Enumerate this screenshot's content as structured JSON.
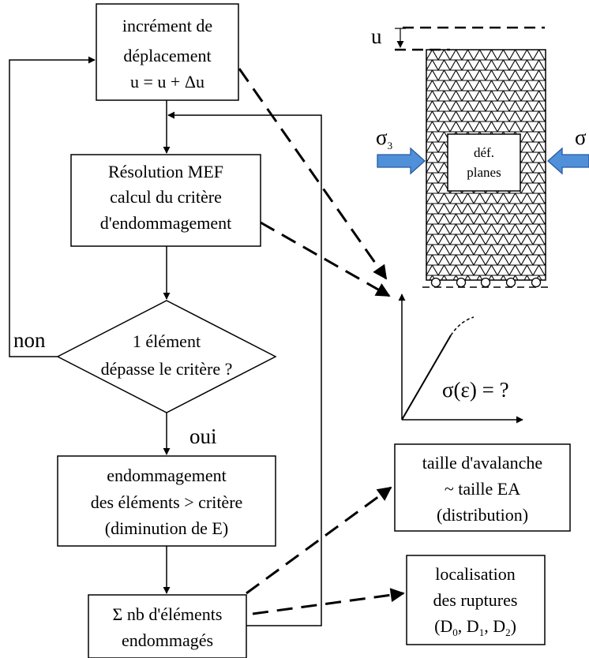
{
  "flowchart": {
    "box_increment": [
      "incrément de",
      "déplacement",
      "u = u + Δu"
    ],
    "box_resolution": [
      "Résolution  MEF",
      "calcul du critère",
      "d'endommagement"
    ],
    "decision": [
      "1 élément",
      "dépasse le critère ?"
    ],
    "label_no": "non",
    "label_yes": "oui",
    "box_damage": [
      "endommagement",
      "des éléments > critère",
      "(diminution de E)"
    ],
    "box_count": [
      "Σ nb d'éléments",
      "endommagés"
    ]
  },
  "specimen": {
    "displacement_label": "u",
    "stress_left": "σ",
    "stress_left_sub": "3",
    "stress_right": "σ",
    "center_label": [
      "déf.",
      "planes"
    ]
  },
  "curve": {
    "label": "σ(ε) = ?"
  },
  "outputs": {
    "box_avalanche": [
      "taille d'avalanche",
      "~ taille EA",
      "(distribution)"
    ],
    "box_localisation_lines": [
      "localisation",
      "des ruptures"
    ],
    "localisation_prefix": "(D",
    "d0_sub": "0",
    "sep1": ", D",
    "d1_sub": "1",
    "sep2": ", D",
    "d2_sub": "2",
    "localisation_suffix": ")"
  },
  "colors": {
    "arrow_fill": "#4f90d9",
    "arrow_stroke": "#2a5aa0",
    "line": "#000000"
  }
}
